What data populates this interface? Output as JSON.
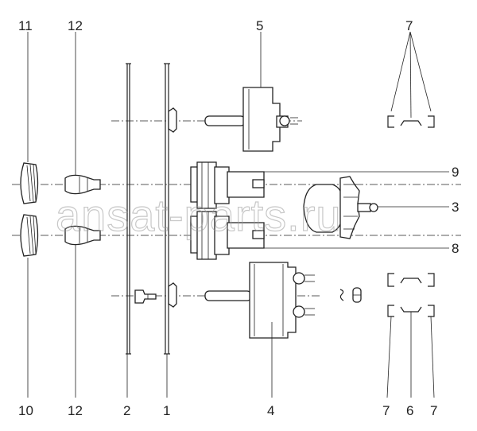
{
  "watermark": "ansat-parts.ru",
  "labels": {
    "l1": "1",
    "l2": "2",
    "l3": "3",
    "l4": "4",
    "l5": "5",
    "l6": "6",
    "l7a": "7",
    "l7b": "7",
    "l7c": "7",
    "l8": "8",
    "l9": "9",
    "l10": "10",
    "l11": "11",
    "l12a": "12",
    "l12b": "12"
  },
  "colors": {
    "ink": "#222222",
    "paper": "#ffffff",
    "watermark": "#9a9a9a"
  }
}
